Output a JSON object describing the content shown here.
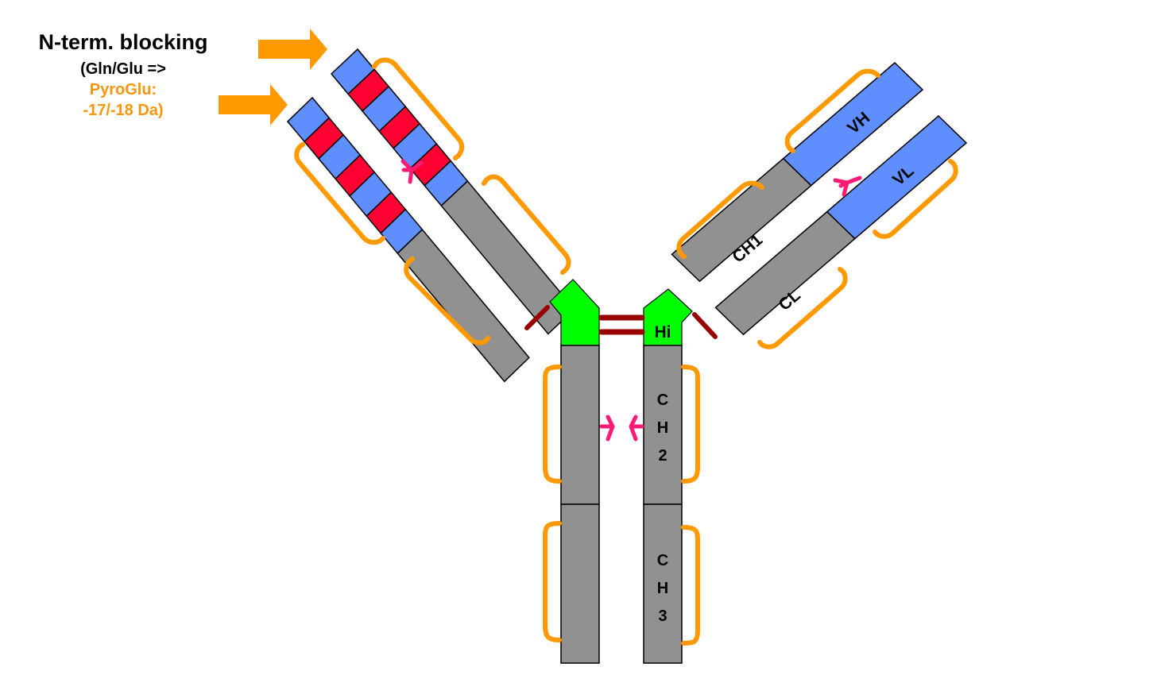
{
  "annotation": {
    "title": "N-term. blocking",
    "line2": "(Gln/Glu =>",
    "line3": "PyroGlu:",
    "line4": "-17/-18 Da)"
  },
  "domains": {
    "vh": "VH",
    "vl": "VL",
    "ch1": "CH1",
    "cl": "CL",
    "hinge": "Hi",
    "ch2": [
      "C",
      "H",
      "2"
    ],
    "ch3": [
      "C",
      "H",
      "3"
    ]
  },
  "colors": {
    "variable": "#5f8ffe",
    "cdr": "#ff0033",
    "constant": "#919191",
    "hinge": "#00ff00",
    "disulfide_inter": "#990000",
    "intra_bond": "#ff9900",
    "glycan": "#ff1a75",
    "arrow": "#ff9900",
    "highlight_text": "#f7970d"
  },
  "legend_icons": [
    "n-term-arrow-icon",
    "glycan-icon"
  ]
}
